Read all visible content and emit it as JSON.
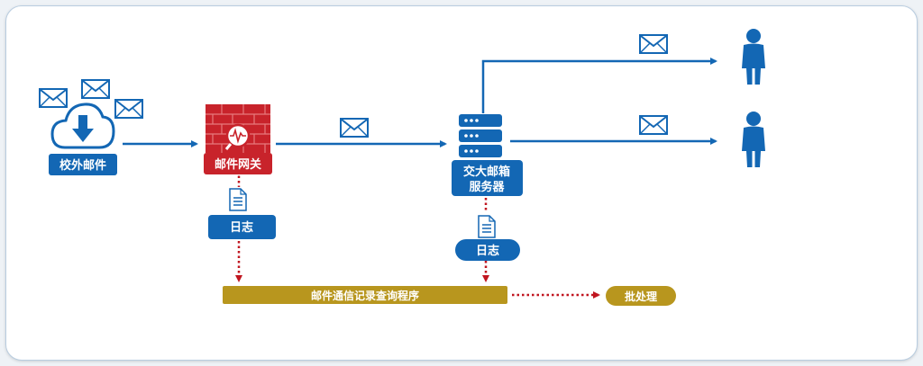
{
  "nodes": {
    "external_mail": "校外邮件",
    "gateway": "邮件网关",
    "server_line1": "交大邮箱",
    "server_line2": "服务器",
    "gateway_log": "日志",
    "server_log": "日志",
    "query_program": "邮件通信记录查询程序",
    "batch": "批处理"
  },
  "colors": {
    "blue": "#1367b4",
    "gold": "#b8961e",
    "dotted_red": "#c0151f",
    "firewall_red": "#c8232b"
  },
  "icons": [
    "cloud-download-icon",
    "firewall-icon",
    "server-icon",
    "document-icon",
    "envelope-icon",
    "person-icon"
  ]
}
